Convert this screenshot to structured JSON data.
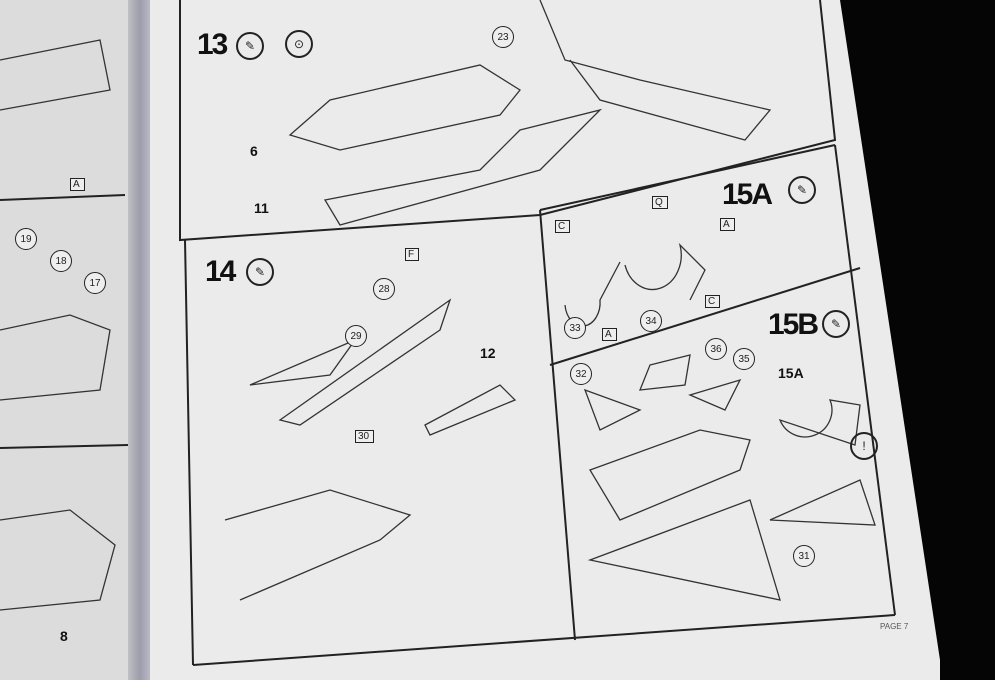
{
  "steps": [
    {
      "number": "13",
      "parts": [
        "23",
        "6",
        "11"
      ]
    },
    {
      "number": "14",
      "parts": [
        "29",
        "28",
        "12",
        "30"
      ],
      "flags": [
        "F"
      ]
    },
    {
      "number": "15A",
      "parts": [
        "33",
        "34"
      ],
      "flags": [
        "C",
        "Q",
        "A",
        "A",
        "C"
      ]
    },
    {
      "number": "15B",
      "parts": [
        "32",
        "36",
        "35",
        "31"
      ],
      "ref": "15A"
    }
  ],
  "left_page_parts": [
    "19",
    "18",
    "17",
    "8"
  ],
  "left_page_flags": [
    "A"
  ],
  "page_label": "PAGE 7",
  "icons": {
    "glue": "glue-tube-icon",
    "paint": "paint-icon",
    "warning": "!"
  }
}
